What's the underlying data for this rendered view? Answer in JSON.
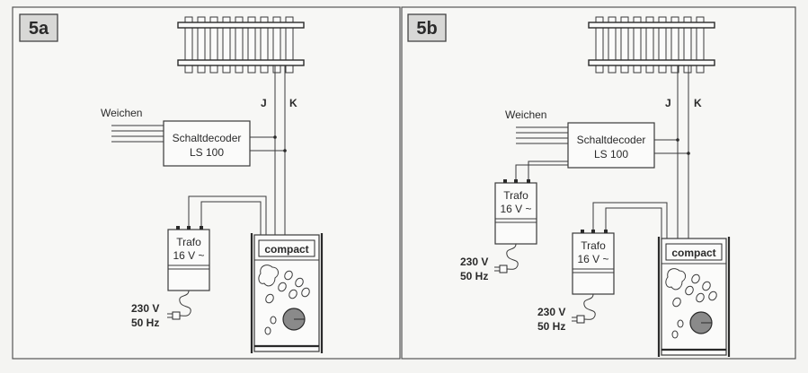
{
  "panels": [
    {
      "id": "5a",
      "label": "5a",
      "wire_j": "J",
      "wire_k": "K",
      "switches_label": "Weichen",
      "decoder_title": "Schaltdecoder",
      "decoder_model": "LS 100",
      "transformers": [
        {
          "title": "Trafo",
          "rating": "16 V ~",
          "mains_voltage": "230 V",
          "mains_freq": "50 Hz"
        }
      ],
      "controller_label": "compact"
    },
    {
      "id": "5b",
      "label": "5b",
      "wire_j": "J",
      "wire_k": "K",
      "switches_label": "Weichen",
      "decoder_title": "Schaltdecoder",
      "decoder_model": "LS 100",
      "transformers": [
        {
          "title": "Trafo",
          "rating": "16 V ~",
          "mains_voltage": "230 V",
          "mains_freq": "50 Hz"
        },
        {
          "title": "Trafo",
          "rating": "16 V ~",
          "mains_voltage": "230 V",
          "mains_freq": "50 Hz"
        }
      ],
      "controller_label": "compact"
    }
  ]
}
